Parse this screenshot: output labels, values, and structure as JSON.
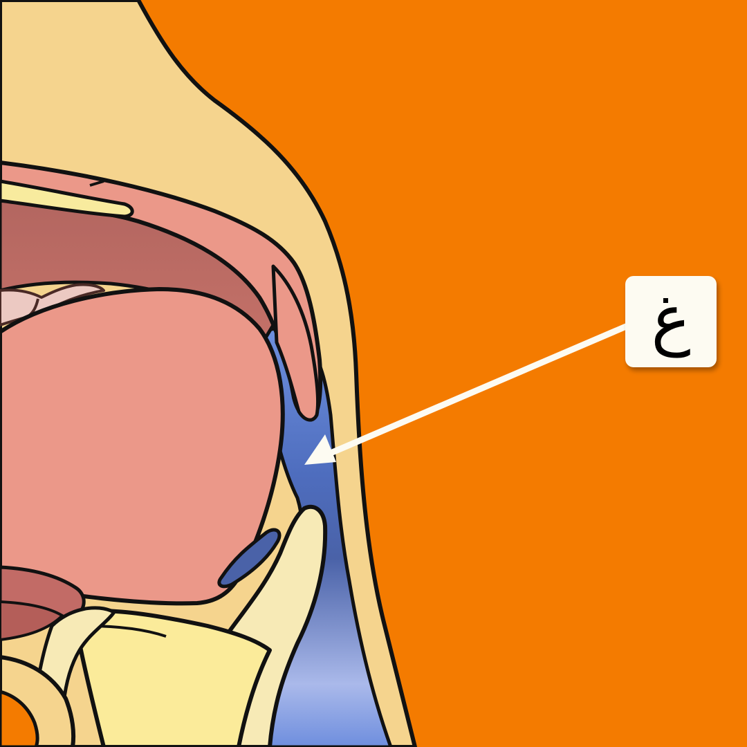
{
  "label": {
    "letter": "غ"
  },
  "colors": {
    "background": "#f47b00",
    "skin": "#f5d48e",
    "flesh": "#eb9889",
    "mouth_roof": "#bf6b66",
    "pharynx_blue": "#5e7fd0",
    "cartilage": "#f7eab6",
    "bone_yellow": "#fbeb9a",
    "outline": "#111111",
    "arrow": "#fdfbf2"
  },
  "parts": [
    "neck-skin",
    "hard-palate",
    "soft-palate",
    "teeth",
    "tongue",
    "uvula",
    "pharynx",
    "epiglottis",
    "hyoid-bone",
    "vertebra",
    "lower-jaw"
  ]
}
